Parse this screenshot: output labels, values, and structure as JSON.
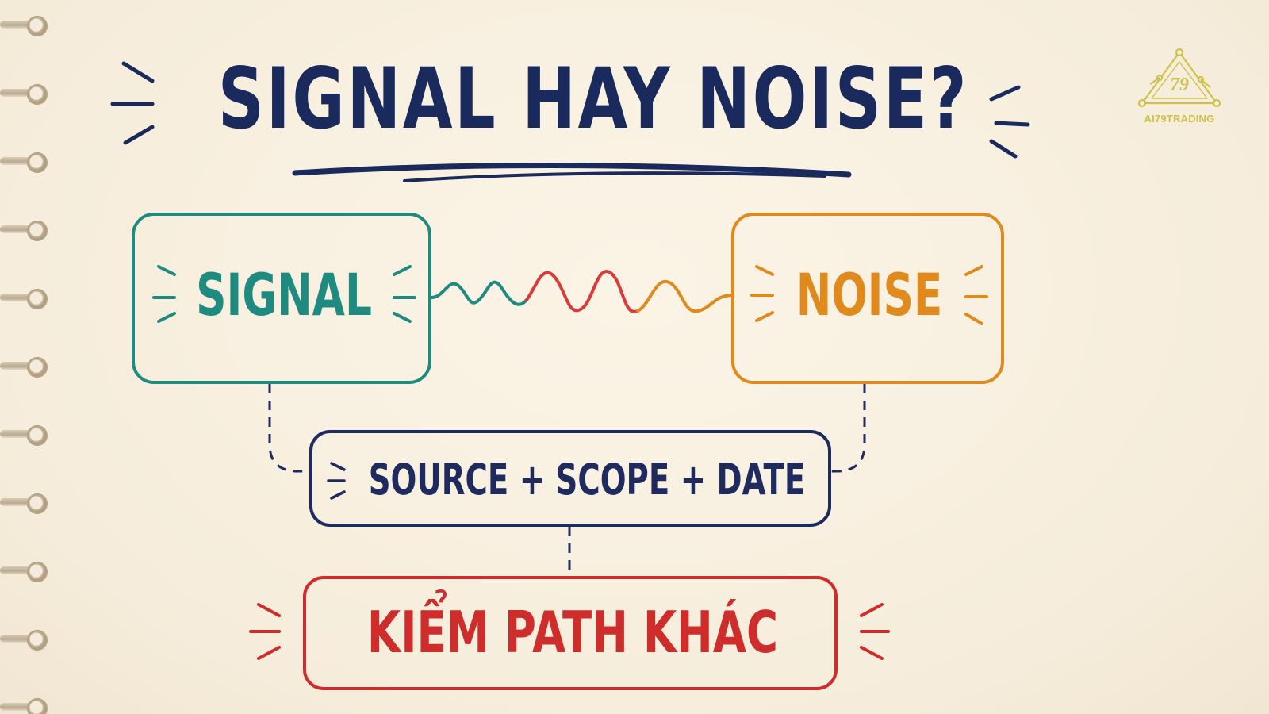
{
  "title": "SIGNAL HAY NOISE?",
  "nodes": {
    "signal": {
      "label": "SIGNAL",
      "color": "#1f8a80"
    },
    "noise": {
      "label": "NOISE",
      "color": "#e08a1e"
    },
    "criteria": {
      "label": "SOURCE + SCOPE + DATE",
      "color": "#1f2a5e"
    },
    "action": {
      "label": "KIỂM PATH KHÁC",
      "color": "#cf2c2c"
    }
  },
  "colors": {
    "title": "#1b2a5c",
    "wave_left": "#1f8a80",
    "wave_mid": "#d93a3a",
    "wave_right": "#e08a1e",
    "paper": "#f8f0e0",
    "logo": "#cfc24a"
  },
  "logo": {
    "number": "79",
    "text": "AI79TRADING",
    "icon": "triangle-network-icon"
  }
}
